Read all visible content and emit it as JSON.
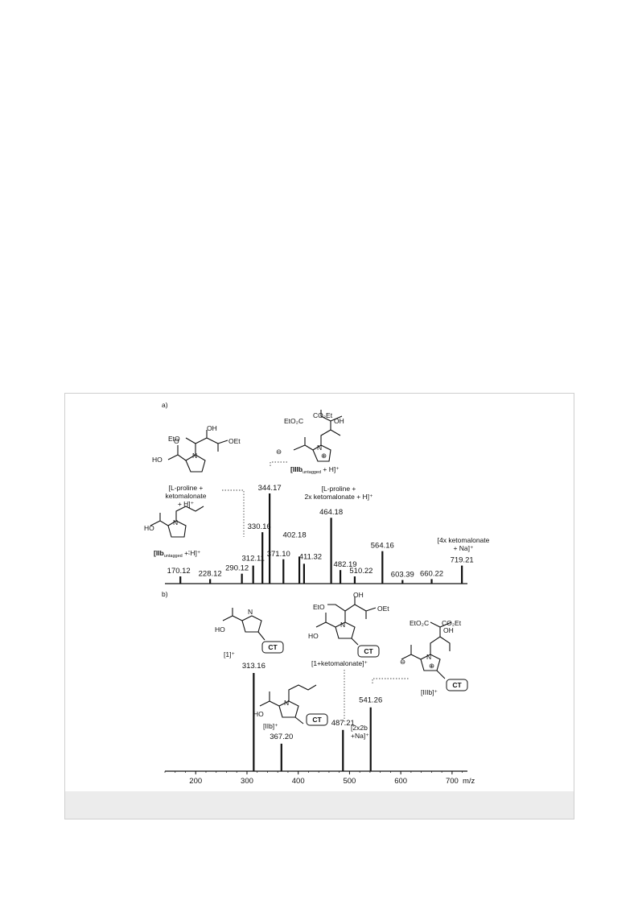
{
  "chart_data": [
    {
      "type": "bar",
      "panel": "a)",
      "xlim": [
        140,
        730
      ],
      "ylim": [
        0,
        100
      ],
      "peaks": [
        {
          "mz": 170.12,
          "intensity": 8,
          "label": "170.12"
        },
        {
          "mz": 228.12,
          "intensity": 5,
          "label": "228.12"
        },
        {
          "mz": 290.12,
          "intensity": 11,
          "label": "290.12"
        },
        {
          "mz": 312.11,
          "intensity": 20,
          "label": "312.11"
        },
        {
          "mz": 330.16,
          "intensity": 57,
          "label": "330.16"
        },
        {
          "mz": 344.17,
          "intensity": 100,
          "label": "344.17"
        },
        {
          "mz": 371.1,
          "intensity": 27,
          "label": "371.10"
        },
        {
          "mz": 402.18,
          "intensity": 30,
          "label": "402.18"
        },
        {
          "mz": 411.32,
          "intensity": 22,
          "label": "411.32"
        },
        {
          "mz": 464.18,
          "intensity": 73,
          "label": "464.18"
        },
        {
          "mz": 482.19,
          "intensity": 15,
          "label": "482.19"
        },
        {
          "mz": 510.22,
          "intensity": 8,
          "label": "510.22"
        },
        {
          "mz": 564.16,
          "intensity": 36,
          "label": "564.16"
        },
        {
          "mz": 603.39,
          "intensity": 4,
          "label": "603.39"
        },
        {
          "mz": 660.22,
          "intensity": 5,
          "label": "660.22"
        },
        {
          "mz": 719.21,
          "intensity": 20,
          "label": "719.21"
        }
      ],
      "annotations": [
        {
          "id": "lproline1",
          "lines": [
            "[L-proline +",
            "ketomalonate",
            "+ H]⁺"
          ]
        },
        {
          "id": "iiib_untagged",
          "text": "[IIIb",
          "sub": "untagged",
          "tail": " + H]⁺"
        },
        {
          "id": "lproline2",
          "lines": [
            "[L-proline +",
            "2x ketomalonate + H]⁺"
          ]
        },
        {
          "id": "iib_untagged",
          "text": "[IIb",
          "sub": "untagged",
          "tail": " + H]⁺"
        },
        {
          "id": "ketomalonate4",
          "lines": [
            "[4x ketomalonate",
            "+ Na]⁺"
          ]
        }
      ]
    },
    {
      "type": "bar",
      "panel": "b)",
      "xlim": [
        140,
        730
      ],
      "ylim": [
        0,
        100
      ],
      "xlabel": "m/z",
      "xticks": [
        200,
        300,
        400,
        500,
        600,
        700
      ],
      "peaks": [
        {
          "mz": 313.16,
          "intensity": 100,
          "label": "313.16"
        },
        {
          "mz": 367.2,
          "intensity": 28,
          "label": "367.20"
        },
        {
          "mz": 487.21,
          "intensity": 42,
          "label": "487.21"
        },
        {
          "mz": 541.26,
          "intensity": 65,
          "label": "541.26"
        }
      ],
      "annotations": [
        {
          "id": "one",
          "text": "[1]⁺"
        },
        {
          "id": "iib",
          "text": "[IIb]⁺"
        },
        {
          "id": "one_keto",
          "text": "[1+ketomalonate]⁺"
        },
        {
          "id": "two_2b",
          "lines": [
            "[2x2b",
            "+Na]⁺"
          ]
        },
        {
          "id": "iiib",
          "text": "[IIIb]⁺"
        }
      ]
    }
  ],
  "structure_text": {
    "eto": "EtO",
    "oet": "OEt",
    "oh": "OH",
    "ho": "HO",
    "o": "O",
    "n": "N",
    "nh": "H",
    "n_plus": "N",
    "co2et": "CO₂Et",
    "eto2c": "EtO₂C",
    "ct": "CT",
    "minus": "⊖",
    "plus": "⊕"
  }
}
